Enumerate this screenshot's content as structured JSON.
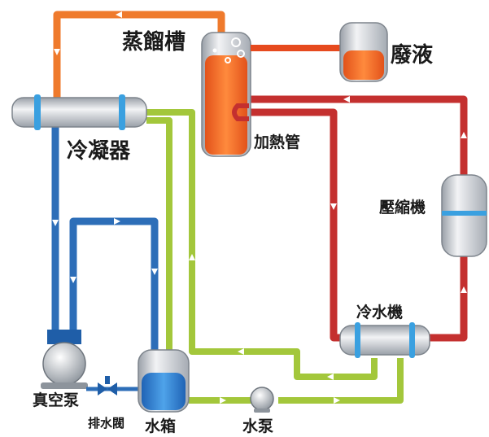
{
  "labels": {
    "distiller": "蒸餾槽",
    "waste": "廢液",
    "condenser": "冷凝器",
    "heater": "加熱管",
    "compressor": "壓縮機",
    "chiller": "冷水機",
    "vacuum_pump": "真空泵",
    "drain_valve": "排水閥",
    "water_tank": "水箱",
    "water_pump": "水泵"
  },
  "colors": {
    "orange_pipe": "#ef7a2c",
    "red_pipe": "#c4302f",
    "green_pipe": "#a3c73b",
    "blue_pipe": "#2d6eb8",
    "vessel_gray": "#c9ccd1",
    "liquid_orange": "#f26b1d",
    "liquid_blue": "#2f7fd6",
    "accent_blue": "#3aa0e0"
  }
}
